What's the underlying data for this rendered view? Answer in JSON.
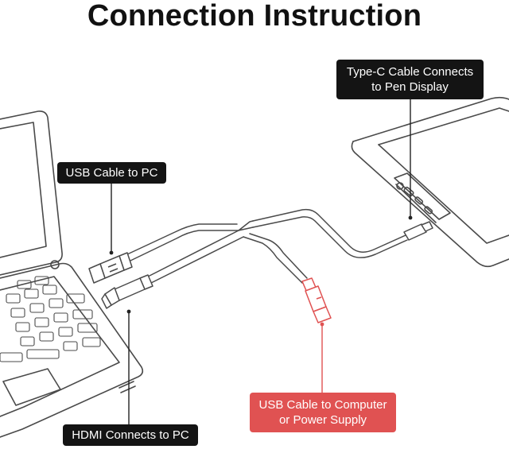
{
  "title": "Connection Instruction",
  "callouts": {
    "typec": {
      "line1": "Type-C Cable Connects",
      "line2": "to Pen Display"
    },
    "usb_pc": {
      "label": "USB Cable to PC"
    },
    "usb_power": {
      "line1": "USB Cable to Computer",
      "line2": "or Power Supply"
    },
    "hdmi": {
      "label": "HDMI Connects to PC"
    }
  },
  "colors": {
    "callout_dark": "#141414",
    "callout_red": "#e05252",
    "line_art": "#4a4a4a",
    "highlight": "#e05252"
  },
  "icons": [
    "laptop-icon",
    "pen-display-icon",
    "usb-a-plug-icon",
    "hdmi-plug-icon",
    "type-c-plug-icon"
  ]
}
